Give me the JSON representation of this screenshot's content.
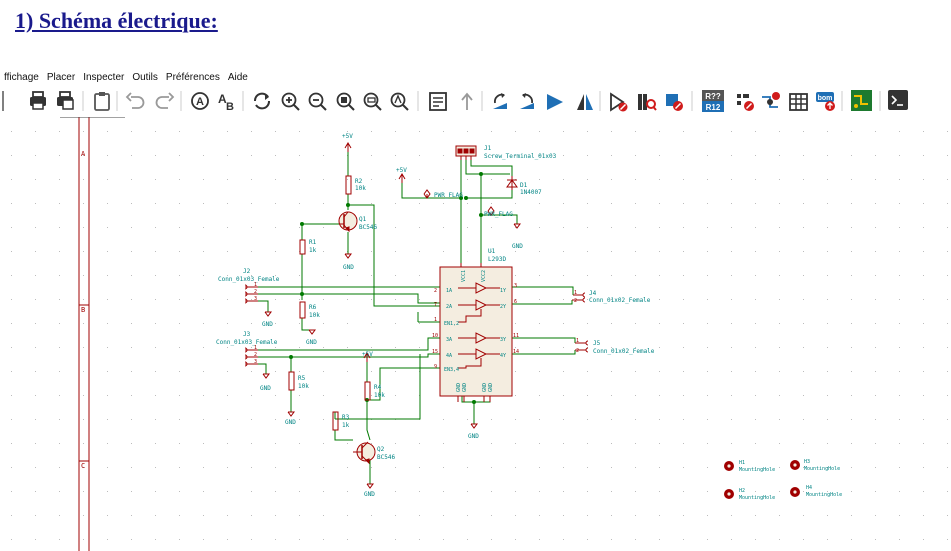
{
  "heading": "1) Schéma électrique:",
  "menu": [
    "ffichage",
    "Placer",
    "Inspecter",
    "Outils",
    "Préférences",
    "Aide"
  ],
  "toolbar_icons": [
    "print-icon",
    "plot-icon",
    "paste-icon",
    "undo-icon",
    "redo-icon",
    "find-icon",
    "find-replace-icon",
    "refresh-icon",
    "zoom-in-icon",
    "zoom-out-icon",
    "zoom-fit-icon",
    "zoom-objects-icon",
    "zoom-selection-icon",
    "hierarchy-icon",
    "leave-sheet-icon",
    "rotate-ccw-icon",
    "rotate-cw-icon",
    "mirror-h-icon",
    "mirror-v-icon",
    "symbol-editor-icon",
    "symbol-browser-icon",
    "footprint-assign-icon",
    "annotate-icon",
    "erc-icon",
    "netlist-icon",
    "bom-table-icon",
    "bom-generate-icon",
    "pcb-editor-icon",
    "scripting-console-icon"
  ],
  "toolbar_icons_text": {
    "annotate": "R?? R12",
    "bom": "bom"
  },
  "frame_rows": [
    "A",
    "B",
    "C"
  ],
  "colors": {
    "component": "#a00000",
    "wire": "#007a00",
    "label": "#008484",
    "power": "#a00000",
    "heading": "#1a1a8c",
    "grid": "#bcbcbc"
  },
  "components": {
    "J1": {
      "ref": "J1",
      "value": "Screw_Terminal_01x03"
    },
    "D1": {
      "ref": "D1",
      "value": "1N4007"
    },
    "Q1": {
      "ref": "Q1",
      "value": "BC546"
    },
    "Q2": {
      "ref": "Q2",
      "value": "BC546"
    },
    "R1": {
      "ref": "R1",
      "value": "1k"
    },
    "R2": {
      "ref": "R2",
      "value": "10k"
    },
    "R3": {
      "ref": "R3",
      "value": "1k"
    },
    "R4": {
      "ref": "R4",
      "value": "10k"
    },
    "R5": {
      "ref": "R5",
      "value": "10k"
    },
    "R6": {
      "ref": "R6",
      "value": "10k"
    },
    "J2": {
      "ref": "J2",
      "value": "Conn_01x03_Female"
    },
    "J3": {
      "ref": "J3",
      "value": "Conn_01x03_Female"
    },
    "J4": {
      "ref": "J4",
      "value": "Conn_01x02_Female"
    },
    "J5": {
      "ref": "J5",
      "value": "Conn_01x02_Female"
    },
    "U1": {
      "ref": "U1",
      "value": "L293D"
    },
    "H1": {
      "ref": "H1",
      "value": "MountingHole"
    },
    "H2": {
      "ref": "H2",
      "value": "MountingHole"
    },
    "H3": {
      "ref": "H3",
      "value": "MountingHole"
    },
    "H4": {
      "ref": "H4",
      "value": "MountingHole"
    }
  },
  "power_labels": {
    "vcc": "+5V",
    "gnd": "GND",
    "flag": "PWR_FLAG"
  },
  "u1_pins": {
    "left": [
      {
        "num": "2",
        "name": "1A"
      },
      {
        "num": "7",
        "name": "2A"
      },
      {
        "num": "1",
        "name": "EN1,2"
      },
      {
        "num": "10",
        "name": "3A"
      },
      {
        "num": "15",
        "name": "4A"
      },
      {
        "num": "9",
        "name": "EN3,4"
      }
    ],
    "right": [
      {
        "num": "3",
        "name": "1Y"
      },
      {
        "num": "6",
        "name": "2Y"
      },
      {
        "num": "11",
        "name": "3Y"
      },
      {
        "num": "14",
        "name": "4Y"
      }
    ],
    "top": [
      {
        "name": "VCC1"
      },
      {
        "name": "VCC2"
      }
    ],
    "bottom": [
      {
        "name": "GND"
      },
      {
        "name": "GND"
      },
      {
        "name": "GND"
      },
      {
        "name": "GND"
      }
    ]
  },
  "connector_pins": [
    "1",
    "2",
    "3"
  ]
}
